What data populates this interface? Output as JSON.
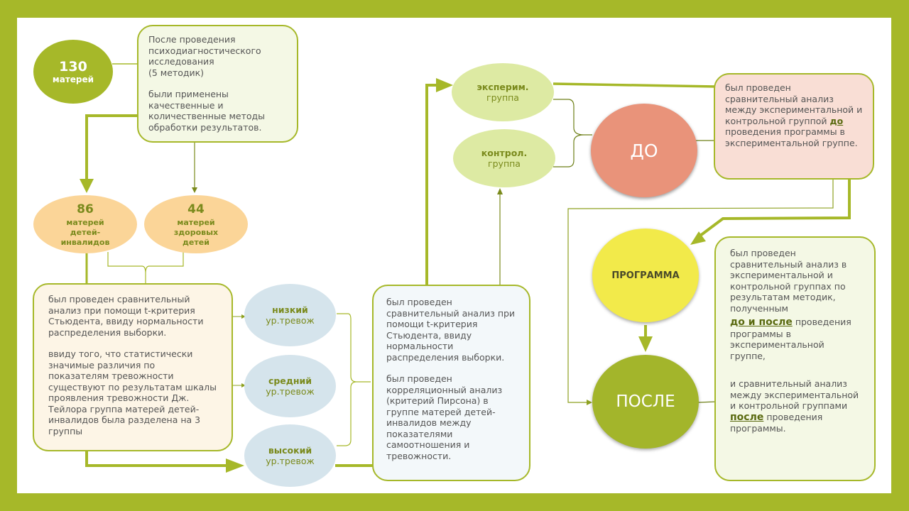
{
  "colors": {
    "frame": "#a6b829",
    "line": "#8ea121",
    "orange_ellipse": "#fbd598",
    "blue_ellipse": "#d5e4ec",
    "green_ellipse": "#ddeaa3",
    "do_circle": "#e9937a",
    "program_circle": "#f2ea4a",
    "posle_circle": "#a3b52b"
  },
  "start": {
    "number": "130",
    "label": "матерей"
  },
  "intro_box": {
    "line1": "После проведения психодиагностического исследования",
    "line2": "(5 методик)",
    "line3": "были применены качественные и количественные методы обработки результатов."
  },
  "groups": [
    {
      "number": "86",
      "label": "матерей детей-инвалидов"
    },
    {
      "number": "44",
      "label": "матерей здоровых детей"
    }
  ],
  "student_box": {
    "para1": "был проведен сравнительный анализ при помощи t-критерия Стьюдента, ввиду нормальности распределения выборки.",
    "para2": "ввиду того, что статистически значимые различия по показателям тревожности существуют по результатам шкалы проявления тревожности Дж. Тейлора группа матерей детей-инвалидов была разделена на 3 группы"
  },
  "anxiety_levels": [
    {
      "title": "низкий",
      "subtitle": "ур.тревож"
    },
    {
      "title": "средний",
      "subtitle": "ур.тревож"
    },
    {
      "title": "высокий",
      "subtitle": "ур.тревож"
    }
  ],
  "correlation_box": {
    "para1": "был проведен сравнительный анализ при помощи t-критерия Стьюдента, ввиду нормальности распределения выборки.",
    "para2": "был проведен корреляционный анализ (критерий Пирсона) в группе матерей детей-инвалидов между показателями самоотношения и тревожности."
  },
  "exp_group": {
    "title": "эксперим.",
    "subtitle": "группа"
  },
  "ctrl_group": {
    "title": "контрол.",
    "subtitle": "группа"
  },
  "before": {
    "label": "ДО"
  },
  "before_box": {
    "text_before": "был проведен сравнительный анализ между экспериментальной и контрольной группой",
    "emphasis": "до",
    "text_after": "проведения программы в экспериментальной группе."
  },
  "program": {
    "label": "ПРОГРАММА"
  },
  "after": {
    "label": "ПОСЛЕ"
  },
  "after_box": {
    "text1": "был проведен сравнительный анализ в экспериментальной и контрольной группах по результатам методик, полученным",
    "emphasis1": "до и после",
    "text2": "проведения программы в экспериментальной группе,",
    "text3": "и сравнительный анализ между экспериментальной и контрольной группами",
    "emphasis2": "после",
    "text4": "проведения программы."
  }
}
